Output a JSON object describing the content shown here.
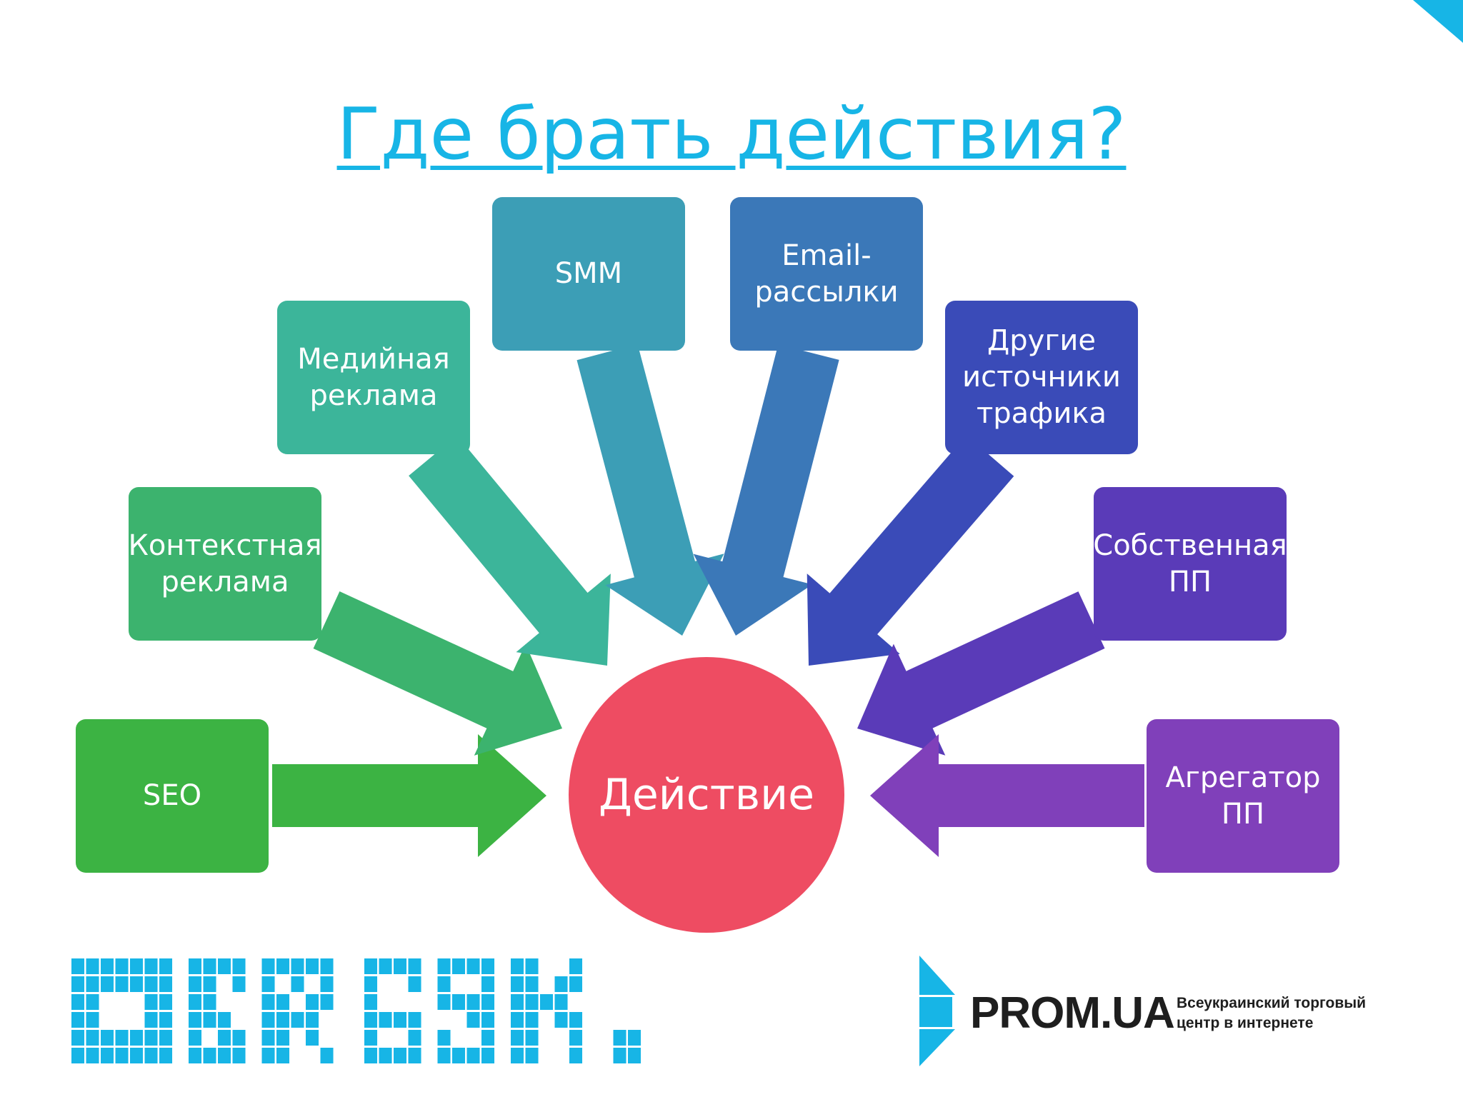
{
  "slide": {
    "title": "Где брать действия?",
    "center_label": "Действие"
  },
  "sources": [
    {
      "label": "SEO",
      "color": "#3cb343"
    },
    {
      "label": "Контекстная\nреклама",
      "color": "#3cb36e"
    },
    {
      "label": "Медийная\nреклама",
      "color": "#3cb59a"
    },
    {
      "label": "SMM",
      "color": "#3c9eb6"
    },
    {
      "label": "Email-\nрассылки",
      "color": "#3b78b8"
    },
    {
      "label": "Другие\nисточники\nтрафика",
      "color": "#3a4bb8"
    },
    {
      "label": "Собственная\nПП",
      "color": "#5a3bb8"
    },
    {
      "label": "Агрегатор\nПП",
      "color": "#8040ba"
    }
  ],
  "colors": {
    "title": "#17b5e6",
    "center": "#ee4c62",
    "logo_blue": "#17b5e6"
  },
  "footer": {
    "brand": "PROM.UA",
    "tagline": "Всеукраинский торговый\nцентр в интернете"
  }
}
